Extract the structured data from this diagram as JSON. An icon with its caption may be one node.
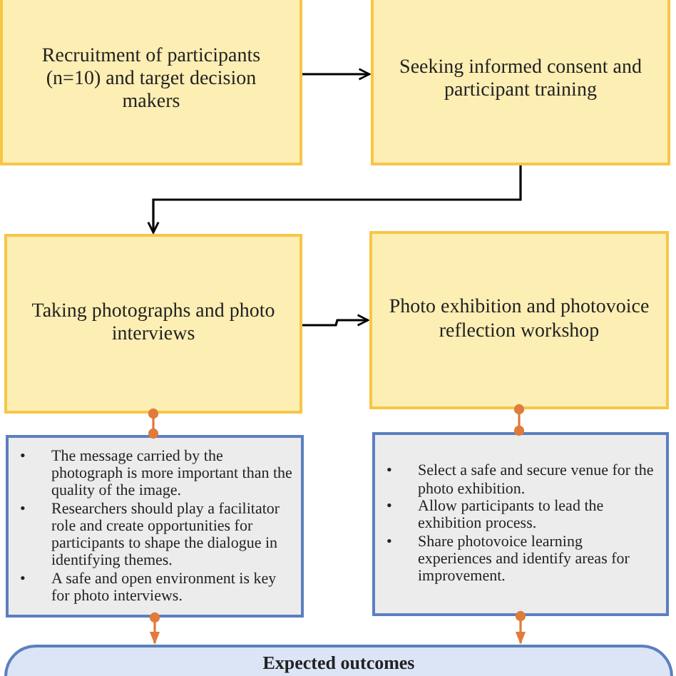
{
  "diagram": {
    "nodes": [
      {
        "text": [
          "Recruitment of participants (n=10) and target decision makers"
        ]
      },
      {
        "text": [
          "Seeking informed consent and participant training"
        ]
      },
      {
        "text": [
          "Taking photographs and photo interviews"
        ]
      },
      {
        "text": [
          "Photo exhibition and photovoice reflection workshop"
        ]
      },
      {
        "text": [
          "• The message carried by the photograph is more important than the quality of the image.",
          "• Researchers should play a facilitator role and create opportunities for participants to shape the dialogue in identifying themes.",
          "• A safe and open environment is key for photo interviews."
        ]
      },
      {
        "text": [
          "• Select a safe and secure venue for the photo exhibition.",
          "• Allow participants to lead the exhibition process.",
          "• Share photovoice learning experiences and identify areas for improvement."
        ]
      },
      {
        "text": [
          "Expected outcomes"
        ]
      }
    ],
    "edges": [
      {
        "from": 0,
        "to": 1,
        "arrow": "to",
        "color": "#000000"
      },
      {
        "from": 1,
        "to": 2,
        "arrow": "to",
        "color": "#000000"
      },
      {
        "from": 2,
        "to": 3,
        "arrow": "to",
        "color": "#000000"
      },
      {
        "from": 2,
        "to": 4,
        "arrow": "other"
      },
      {
        "from": 3,
        "to": 5,
        "arrow": "other"
      },
      {
        "from": 4,
        "to": 6,
        "arrow": "to"
      },
      {
        "from": 5,
        "to": 6,
        "arrow": "to"
      }
    ]
  }
}
